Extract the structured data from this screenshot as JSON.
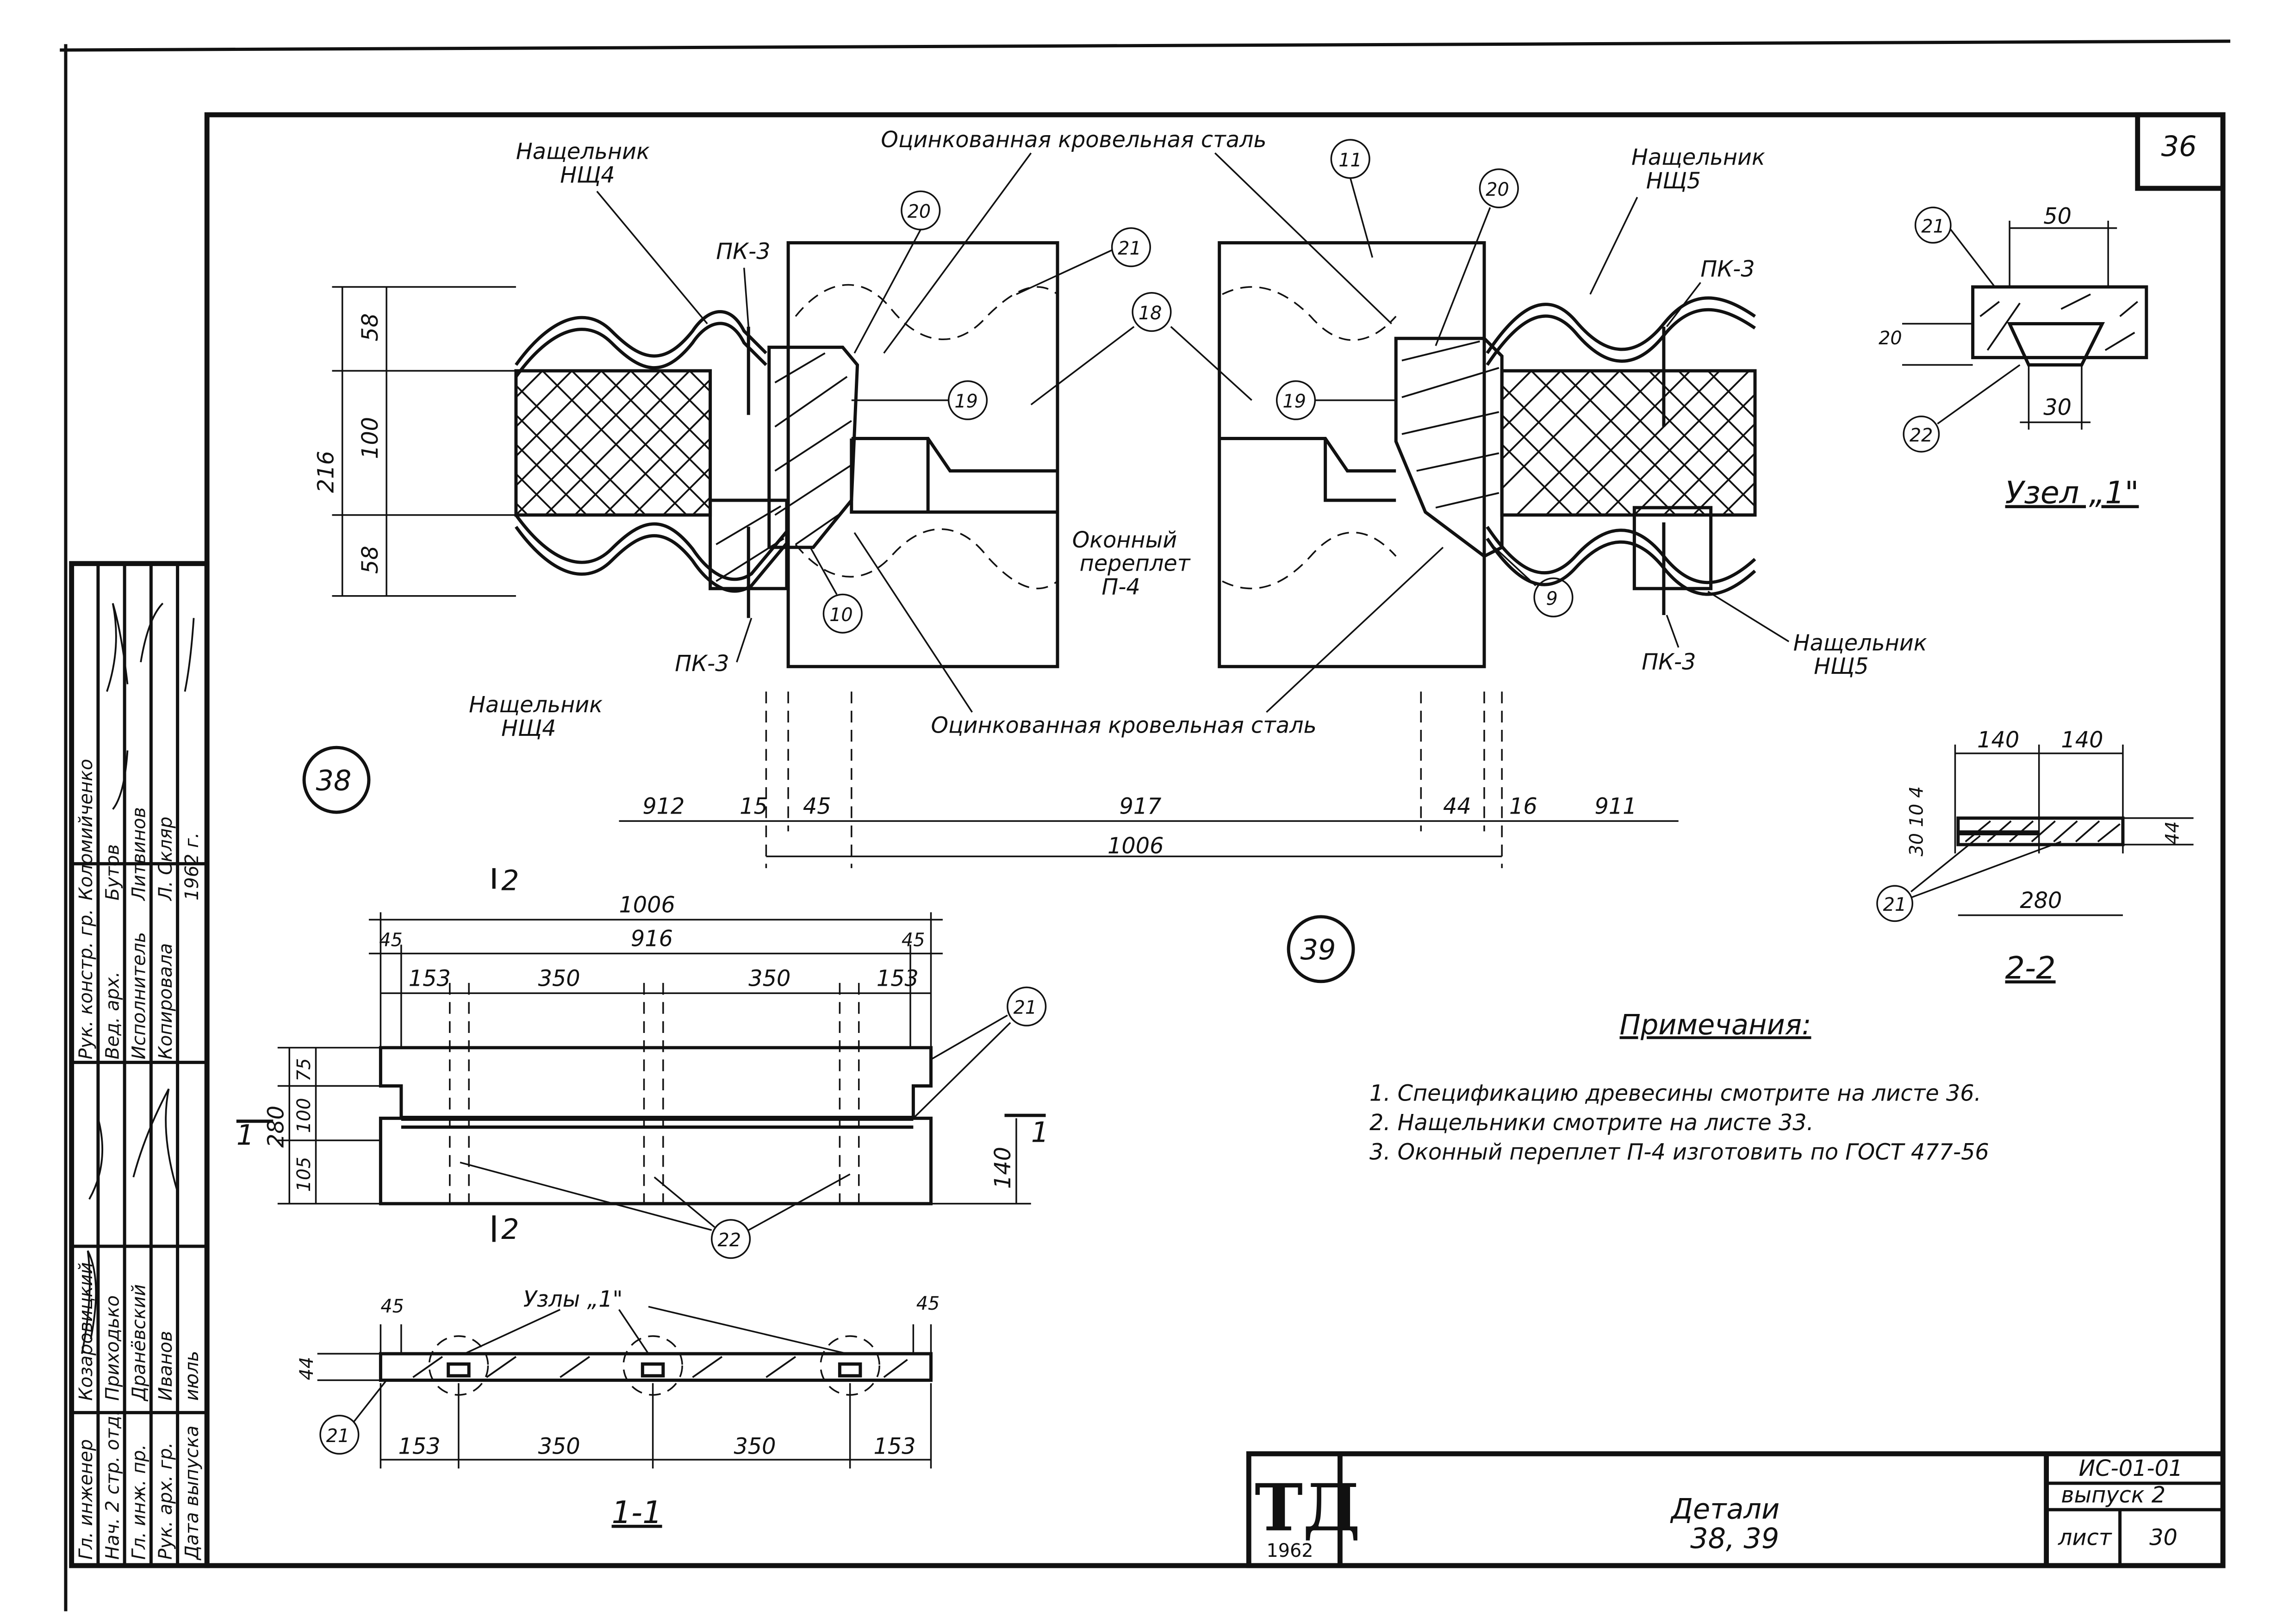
{
  "sheet": {
    "corner_number": "36",
    "node_38": "38",
    "node_39": "39"
  },
  "detail_38_39": {
    "label_nsh4_top": "Нащельник\nНЩ4",
    "label_steel_top": "Оцинкованная кровельная сталь",
    "label_pk3_top_left": "ПК-3",
    "label_nsh5_top": "Нащельник\nНЩ5",
    "label_pk3_top_right": "ПК-3",
    "label_pk3_bottom_left": "ПК-3",
    "label_nsh4_bottom": "Нащельник\nНЩ4",
    "label_nsh5_bottom": "Нащельник\nНЩ5",
    "label_pk3_bottom_right": "ПК-3",
    "label_window": "Оконный\nпереплет\nП-4",
    "label_steel_bottom": "Оцинкованная кровельная сталь",
    "circles": [
      "20",
      "11",
      "21",
      "20",
      "18",
      "19",
      "19",
      "10",
      "9"
    ],
    "dim_height_total": "216",
    "dim_height_top": "58",
    "dim_height_mid": "100",
    "dim_height_bottom": "58",
    "dims_bottom": [
      "912",
      "15",
      "45",
      "917",
      "44",
      "16",
      "911"
    ],
    "dim_overall": "1006"
  },
  "node_1": {
    "circles": [
      "21",
      "22"
    ],
    "dim_width": "50",
    "dim_height": "20",
    "dim_bottom": "30",
    "title": "Узел „1\""
  },
  "section_2_2": {
    "dim_left": "140",
    "dim_right": "140",
    "dim_total": "280",
    "dim_left_heights": "30 10 4",
    "dim_right_height": "44",
    "circle": "21",
    "title": "2-2"
  },
  "plan_view": {
    "cut_mark_top": "2",
    "cut_mark_bottom": "2",
    "cut_mark_left": "1",
    "cut_mark_right": "1",
    "dim_overall": "1006",
    "dim_inner": "916",
    "dim_end_left": "45",
    "dim_end_right": "45",
    "dims_spacing": [
      "153",
      "350",
      "350",
      "153"
    ],
    "dim_h_total": "280",
    "dim_h_parts": [
      "75",
      "100",
      "105"
    ],
    "dim_h_right": "140",
    "circle_21": "21",
    "circle_22": "22"
  },
  "section_1_1": {
    "label_nodes": "Узлы „1\"",
    "dim_end_left": "45",
    "dim_end_right": "45",
    "dim_height": "44",
    "dims_spacing": [
      "153",
      "350",
      "350",
      "153"
    ],
    "circle": "21",
    "title": "1-1"
  },
  "notes": {
    "title": "Примечания:",
    "items": [
      "1. Спецификацию древесины смотрите на листе 36.",
      "2. Нащельники смотрите на листе 33.",
      "3. Оконный переплет П-4 изготовить по ГОСТ 477-56"
    ]
  },
  "title_block": {
    "logo": "ТД",
    "logo_year": "1962",
    "title": "Детали",
    "subtitle": "38, 39",
    "code": "ИС-01-01",
    "issue": "выпуск 2",
    "sheet_label": "лист",
    "sheet_number": "30"
  },
  "side_stamp": {
    "rows": [
      [
        "Гл. инженер",
        "Козаровицкий"
      ],
      [
        "Нач. 2 стр. отд.",
        "Приходько"
      ],
      [
        "Гл. инж. пр.",
        "Дранёвский"
      ],
      [
        "Рук. арх. гр.",
        "Иванов"
      ],
      [
        "Дата выпуска",
        "июль"
      ]
    ],
    "rows2": [
      [
        "Рук. констр. гр.",
        "Коломийченко"
      ],
      [
        "Вед. арх.",
        "Бутов"
      ],
      [
        "Исполнитель",
        "Литвинов"
      ],
      [
        "Копировала",
        "Л. Скляр"
      ],
      [
        "",
        "1962 г."
      ]
    ]
  }
}
